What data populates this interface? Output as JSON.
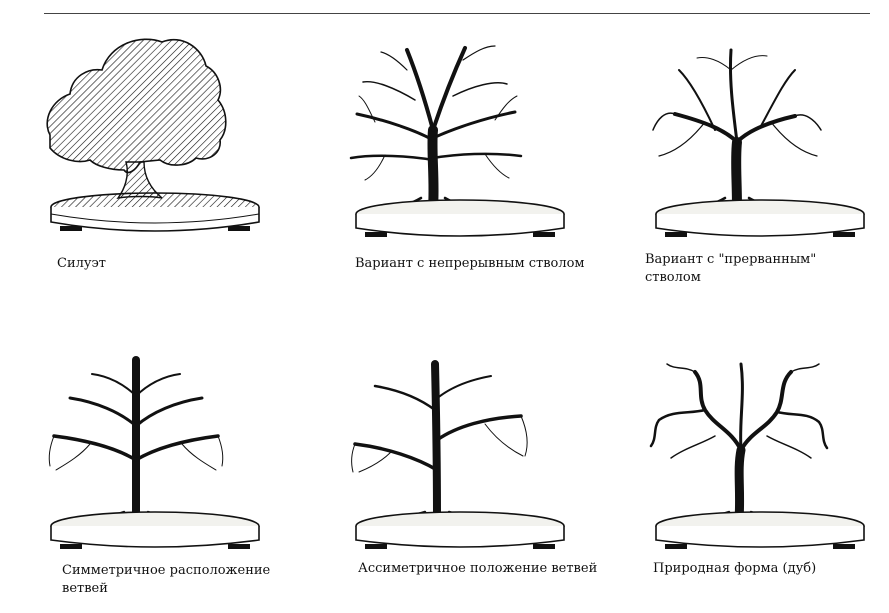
{
  "figures": [
    {
      "caption": "Силуэт"
    },
    {
      "caption": "Вариант с непрерывным стволом"
    },
    {
      "caption_line1": "Вариант с \"прерванным\"",
      "caption_line2": "стволом"
    },
    {
      "caption_line1": "Симметричное расположение",
      "caption_line2": "ветвей"
    },
    {
      "caption": "Ассиметричное положение ветвей"
    },
    {
      "caption": "Природная форма (дуб)"
    }
  ],
  "colors": {
    "ink": "#111111",
    "soil": "#f2f2ee"
  }
}
